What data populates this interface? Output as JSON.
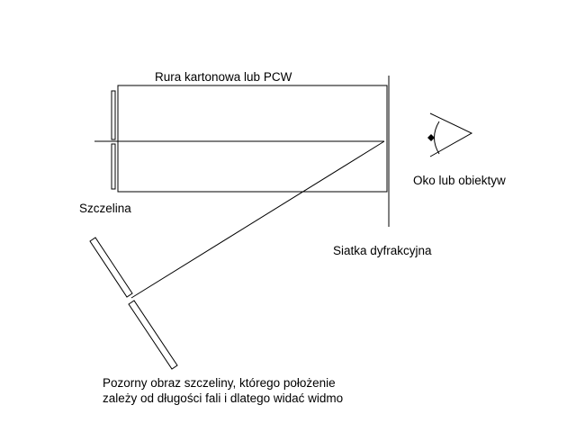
{
  "labels": {
    "tube": "Rura kartonowa lub PCW",
    "eye": "Oko lub obiektyw",
    "slit": "Szczelina",
    "grating": "Siatka dyfrakcyjna",
    "image_line1": "Pozorny obraz szczeliny, którego położenie",
    "image_line2": "zależy od długości fali i dlatego widać widmo"
  }
}
